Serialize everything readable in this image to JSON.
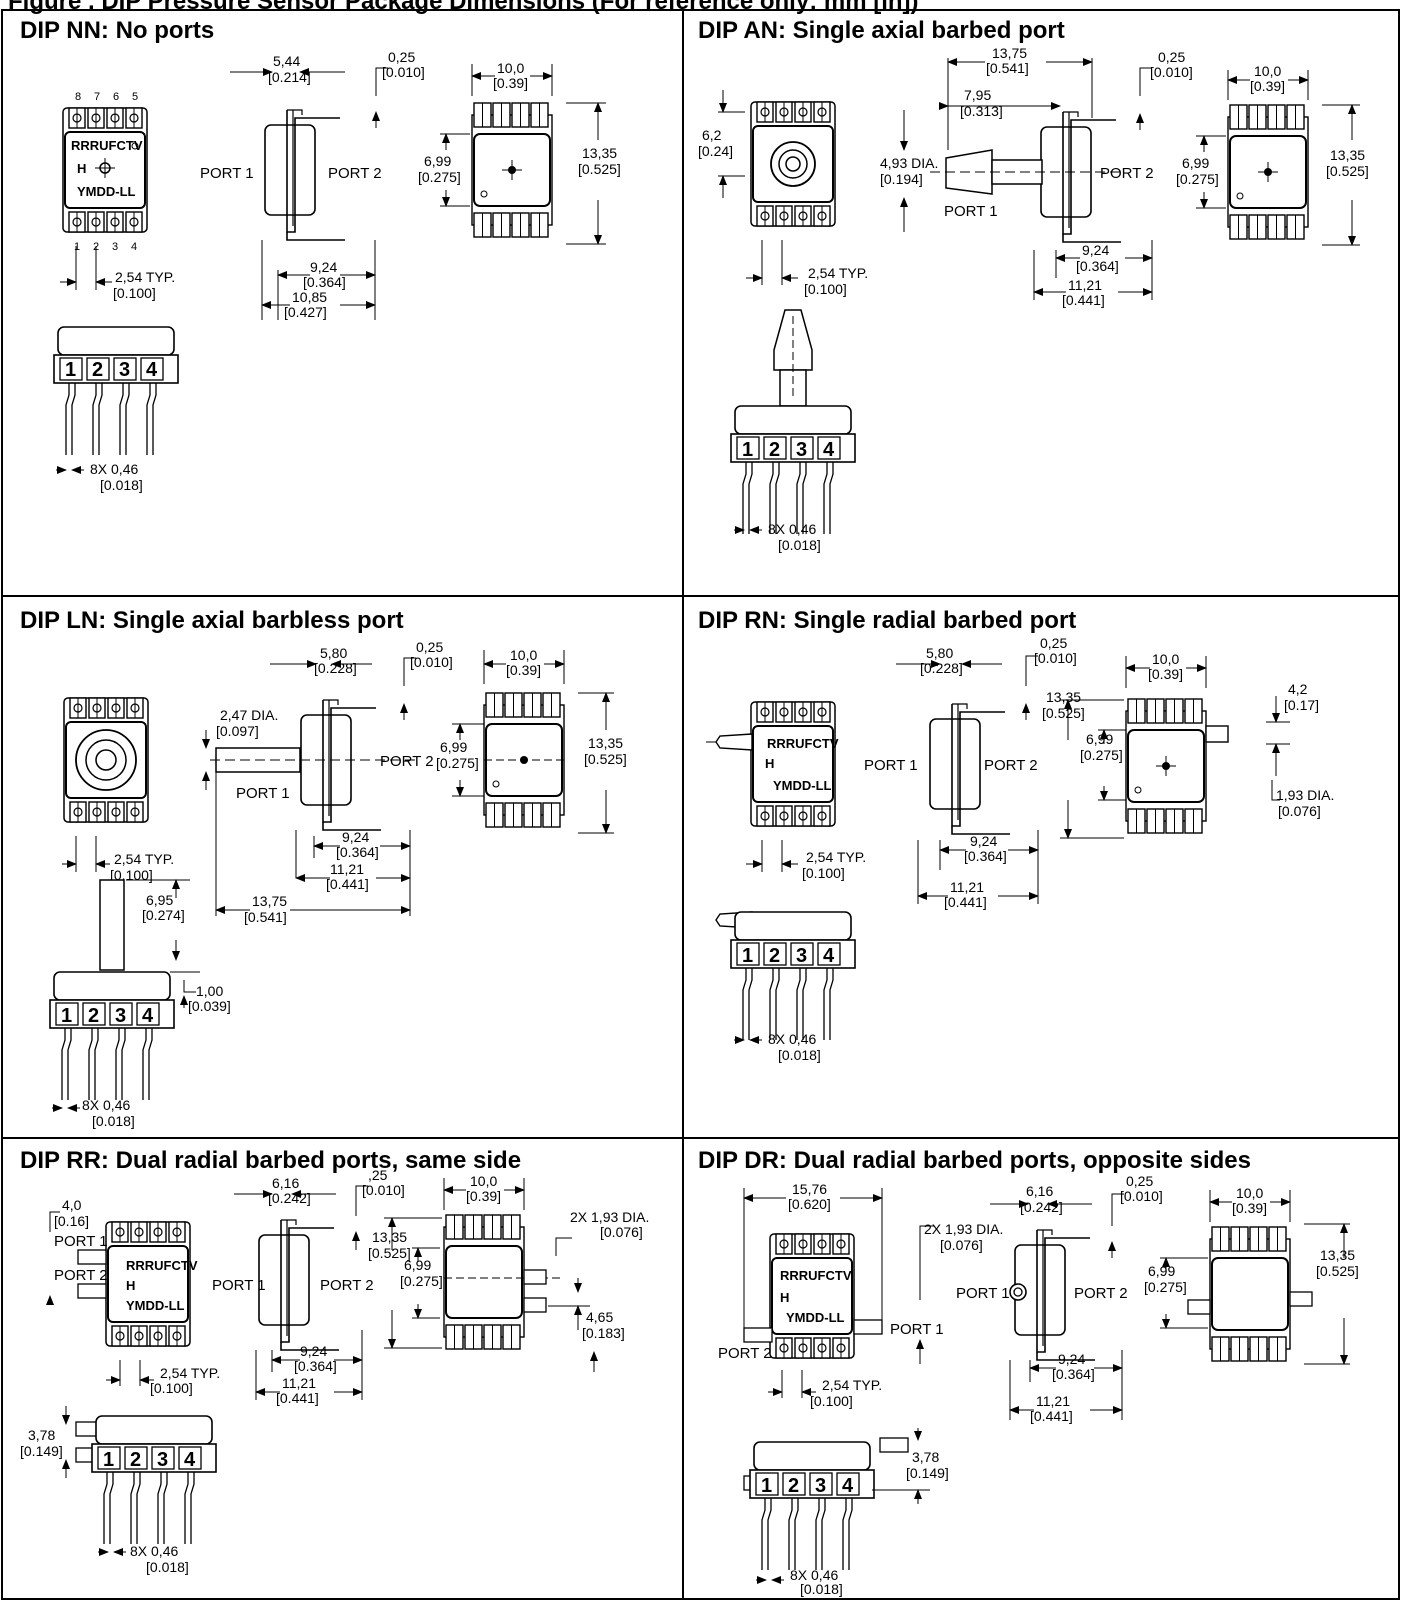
{
  "header": {
    "title": "Figure . DIP Pressure Sensor Package Dimensions (For reference only: mm [in])"
  },
  "panels": {
    "nn": {
      "title": "DIP NN: No ports",
      "pin_top": [
        "8",
        "7",
        "6",
        "5"
      ],
      "pin_bottom": [
        "1",
        "2",
        "3",
        "4"
      ],
      "marking": {
        "line1": "RRRUFCTV",
        "line2": "YMDD-LL",
        "h": "H"
      },
      "port1": "PORT 1",
      "port2": "PORT 2",
      "d_544": "5,44",
      "d_544i": "[0.214]",
      "d_025": "0,25",
      "d_025i": "[0.010]",
      "d_100": "10,0",
      "d_100i": "[0.39]",
      "d_1335": "13,35",
      "d_1335i": "[0.525]",
      "d_699": "6,99",
      "d_699i": "[0.275]",
      "d_254": "2,54 TYP.",
      "d_254i": "[0.100]",
      "d_924": "9,24",
      "d_924i": "[0.364]",
      "d_1085": "10,85",
      "d_1085i": "[0.427]",
      "d_046": "8X 0,46",
      "d_046i": "[0.018]"
    },
    "an": {
      "title": "DIP AN: Single axial barbed port",
      "d_1375": "13,75",
      "d_1375i": "[0.541]",
      "d_025": "0,25",
      "d_025i": "[0.010]",
      "d_795": "7,95",
      "d_795i": "[0.313]",
      "d_62": "6,2",
      "d_62i": "[0.24]",
      "d_493": "4,93 DIA.",
      "d_493i": "[0.194]",
      "d_100": "10,0",
      "d_100i": "[0.39]",
      "d_1335": "13,35",
      "d_1335i": "[0.525]",
      "d_699": "6,99",
      "d_699i": "[0.275]",
      "d_254": "2,54 TYP.",
      "d_254i": "[0.100]",
      "d_924": "9,24",
      "d_924i": "[0.364]",
      "d_1121": "11,21",
      "d_1121i": "[0.441]",
      "d_046": "8X 0,46",
      "d_046i": "[0.018]",
      "port1": "PORT 1",
      "port2": "PORT 2"
    },
    "ln": {
      "title": "DIP LN: Single axial barbless port",
      "d_580": "5,80",
      "d_580i": "[0.228]",
      "d_025": "0,25",
      "d_025i": "[0.010]",
      "d_247": "2,47 DIA.",
      "d_247i": "[0.097]",
      "d_100": "10,0",
      "d_100i": "[0.39]",
      "d_1335": "13,35",
      "d_1335i": "[0.525]",
      "d_699": "6,99",
      "d_699i": "[0.275]",
      "d_254": "2,54 TYP.",
      "d_254i": "[0.100]",
      "d_924": "9,24",
      "d_924i": "[0.364]",
      "d_1121": "11,21",
      "d_1121i": "[0.441]",
      "d_1375": "13,75",
      "d_1375i": "[0.541]",
      "d_695": "6,95",
      "d_695i": "[0.274]",
      "d_100b": "1,00",
      "d_100bi": "[0.039]",
      "d_046": "8X 0,46",
      "d_046i": "[0.018]",
      "port1": "PORT 1",
      "port2": "PORT 2"
    },
    "rn": {
      "title": "DIP RN: Single radial barbed port",
      "d_580": "5,80",
      "d_580i": "[0.228]",
      "d_025": "0,25",
      "d_025i": "[0.010]",
      "d_100": "10,0",
      "d_100i": "[0.39]",
      "d_1335": "13,35",
      "d_1335i": "[0.525]",
      "d_42": "4,2",
      "d_42i": "[0.17]",
      "d_699": "6,99",
      "d_699i": "[0.275]",
      "d_193": "1,93 DIA.",
      "d_193i": "[0.076]",
      "d_254": "2,54 TYP.",
      "d_254i": "[0.100]",
      "d_924": "9,24",
      "d_924i": "[0.364]",
      "d_1121": "11,21",
      "d_1121i": "[0.441]",
      "d_046": "8X 0,46",
      "d_046i": "[0.018]",
      "port1": "PORT 1",
      "port2": "PORT 2"
    },
    "rr": {
      "title": "DIP RR: Dual radial barbed ports, same side",
      "d_40": "4,0",
      "d_40i": "[0.16]",
      "d_616": "6,16",
      "d_616i": "[0.242]",
      "d_025": ",25",
      "d_025i": "[0.010]",
      "d_100": "10,0",
      "d_100i": "[0.39]",
      "d_193": "2X 1,93 DIA.",
      "d_193i": "[0.076]",
      "d_1335": "13,35",
      "d_1335i": "[0.525]",
      "d_699": "6,99",
      "d_699i": "[0.275]",
      "d_465": "4,65",
      "d_465i": "[0.183]",
      "d_254": "2,54 TYP.",
      "d_254i": "[0.100]",
      "d_924": "9,24",
      "d_924i": "[0.364]",
      "d_1121": "11,21",
      "d_1121i": "[0.441]",
      "d_378": "3,78",
      "d_378i": "[0.149]",
      "d_046": "8X 0,46",
      "d_046i": "[0.018]",
      "port1": "PORT 1",
      "port2": "PORT 2"
    },
    "dr": {
      "title": "DIP DR: Dual radial barbed ports, opposite sides",
      "d_1576": "15,76",
      "d_1576i": "[0.620]",
      "d_616": "6,16",
      "d_616i": "[0.242]",
      "d_025": "0,25",
      "d_025i": "[0.010]",
      "d_100": "10,0",
      "d_100i": "[0.39]",
      "d_193": "2X 1,93 DIA.",
      "d_193i": "[0.076]",
      "d_1335": "13,35",
      "d_1335i": "[0.525]",
      "d_699": "6,99",
      "d_699i": "[0.275]",
      "d_254": "2,54 TYP.",
      "d_254i": "[0.100]",
      "d_924": "9,24",
      "d_924i": "[0.364]",
      "d_1121": "11,21",
      "d_1121i": "[0.441]",
      "d_378": "3,78",
      "d_378i": "[0.149]",
      "d_046": "8X 0,46",
      "d_046i": "[0.018]",
      "port1": "PORT 1",
      "port2": "PORT 2"
    }
  }
}
